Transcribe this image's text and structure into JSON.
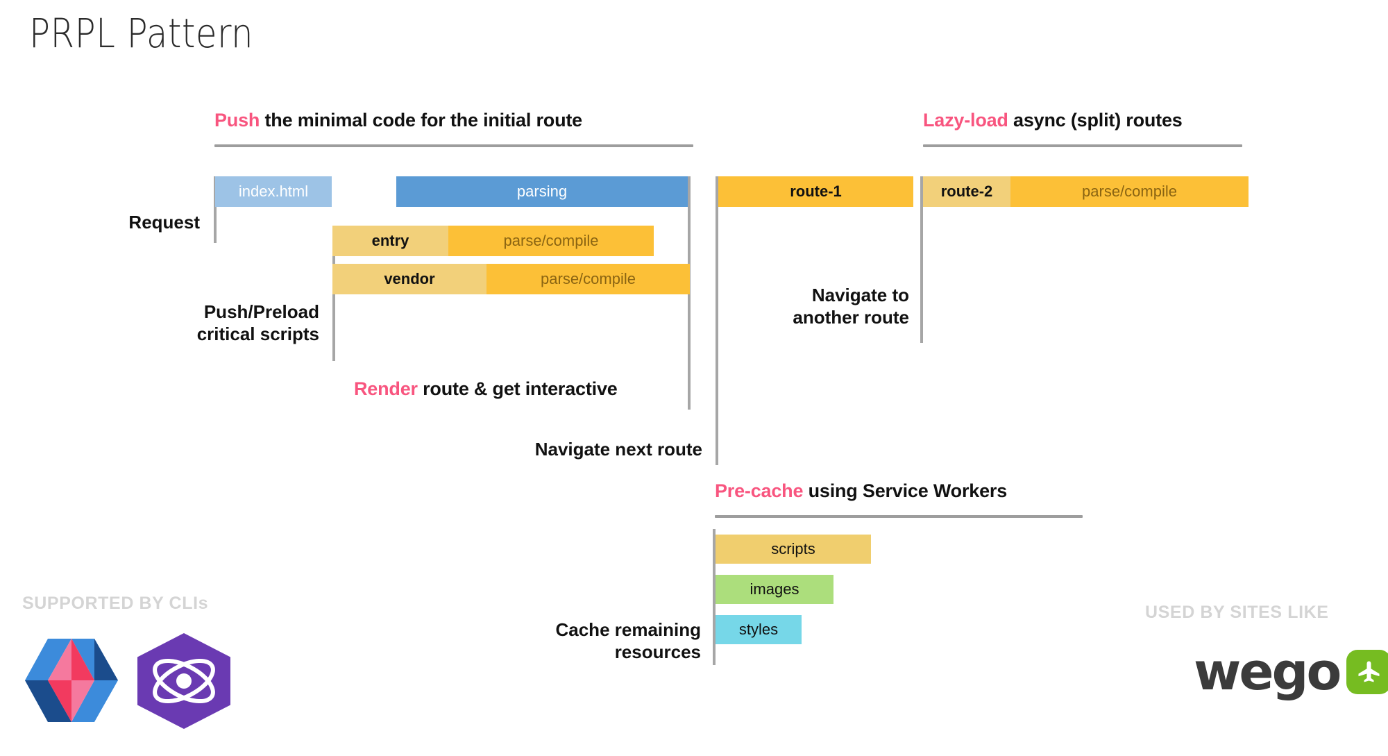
{
  "slide": {
    "title": "PRPL Pattern"
  },
  "sections": {
    "push": {
      "heading_highlight": "Push",
      "heading_rest": " the minimal code for the initial route",
      "bars": [
        {
          "label": "index.html",
          "style": "blue-light"
        },
        {
          "label": "parsing",
          "style": "blue"
        },
        {
          "label": "entry",
          "style": "yellow"
        },
        {
          "label": "parse/compile",
          "style": "orange"
        },
        {
          "label": "vendor",
          "style": "yellow"
        },
        {
          "label": "parse/compile",
          "style": "orange"
        }
      ],
      "labels": {
        "request": "Request",
        "preload": "Push/Preload\ncritical scripts"
      }
    },
    "render": {
      "heading_highlight": "Render",
      "heading_rest": " route & get interactive",
      "navigate_next": "Navigate next route"
    },
    "lazy": {
      "heading_highlight": "Lazy-load",
      "heading_rest": " async (split) routes",
      "bars": [
        {
          "label": "route-1",
          "style": "orange-solid"
        },
        {
          "label": "route-2",
          "style": "yellow"
        },
        {
          "label": "parse/compile",
          "style": "orange"
        }
      ],
      "label": "Navigate to\nanother route"
    },
    "precache": {
      "heading_highlight": "Pre-cache",
      "heading_rest": " using Service Workers",
      "bars": [
        {
          "label": "scripts",
          "style": "gold"
        },
        {
          "label": "images",
          "style": "green"
        },
        {
          "label": "styles",
          "style": "cyan"
        }
      ],
      "label": "Cache remaining\nresources"
    }
  },
  "footer": {
    "supported_caption": "SUPPORTED BY CLIs",
    "used_by_caption": "USED BY SITES LIKE",
    "wego_text": "wego"
  },
  "colors": {
    "accent_pink": "#F8557F",
    "blue_light": "#9DC3E6",
    "blue": "#5B9BD5",
    "yellow": "#F2D07A",
    "orange": "#FCC037",
    "gold": "#F0CE6E",
    "green": "#ACDE7C",
    "cyan": "#76D7E8",
    "rule_gray": "#9D9D9D",
    "caption_gray": "#D4D4D4"
  }
}
